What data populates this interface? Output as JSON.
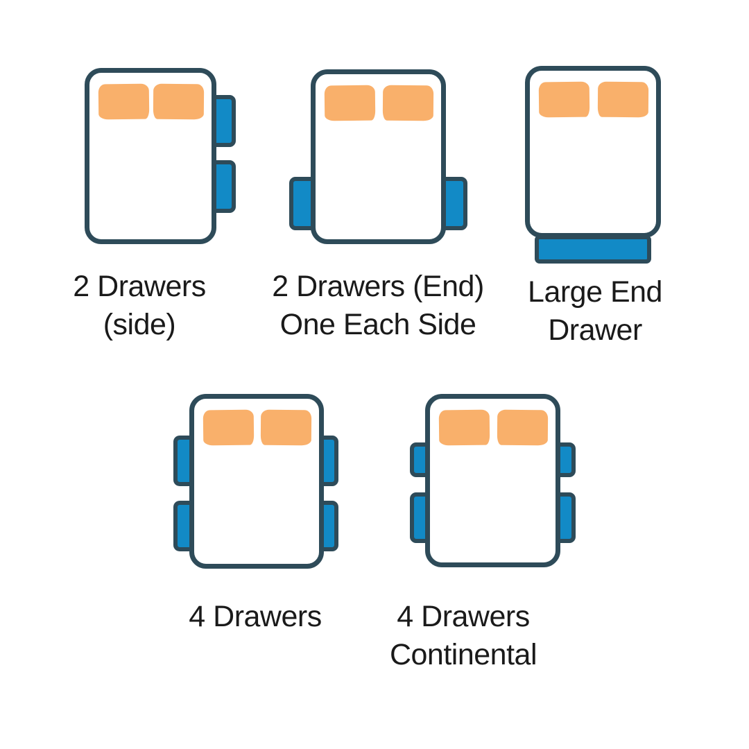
{
  "palette": {
    "outline": "#2e4b59",
    "drawer_blue": "#128ac6",
    "pillow_orange": "#f9b06b",
    "text_color": "#1a1a1a",
    "page_bg": "#ffffff"
  },
  "figures": [
    {
      "id": "2-drawers-side",
      "icon": "bed-top-view-2-side-drawers-icon",
      "label_lines": [
        "2 Drawers",
        "(side)"
      ]
    },
    {
      "id": "2-drawers-end-one-each-side",
      "icon": "bed-top-view-2-end-drawers-icon",
      "label_lines": [
        "2 Drawers (End)",
        "One Each Side"
      ]
    },
    {
      "id": "large-end-drawer",
      "icon": "bed-top-view-large-end-drawer-icon",
      "label_lines": [
        "Large End",
        "Drawer"
      ]
    },
    {
      "id": "4-drawers",
      "icon": "bed-top-view-4-drawers-icon",
      "label_lines": [
        "4 Drawers"
      ]
    },
    {
      "id": "4-drawers-continental",
      "icon": "bed-top-view-4-drawers-continental-icon",
      "label_lines": [
        "4 Drawers",
        "Continental"
      ]
    }
  ]
}
